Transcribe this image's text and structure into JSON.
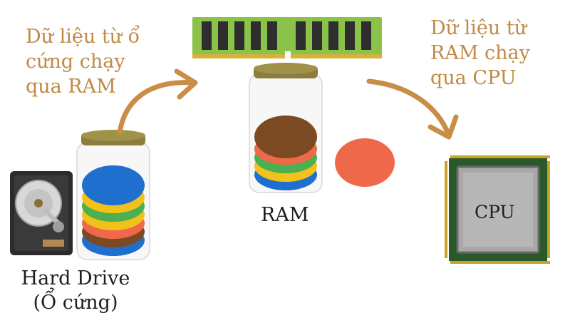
{
  "captions": {
    "hdd_to_ram": "Dữ liệu từ ổ\ncứng chạy\nqua RAM",
    "ram_to_cpu": "Dữ liệu từ\nRAM chạy\nqua CPU"
  },
  "labels": {
    "ram": "RAM",
    "hard_drive": "Hard Drive\n(Ổ cứng)",
    "cpu": "CPU"
  },
  "colors": {
    "caption": "#c08a44",
    "arrow": "#c98d48",
    "jar_lid": "#8b7d3e",
    "ram_stick": "#8bc34a",
    "data_blue": "#1f6fcf",
    "data_yellow": "#f3c21a",
    "data_green": "#4caf50",
    "data_orange": "#f0684a",
    "data_brown": "#7b4a22",
    "cpu_pins": "#c9a227"
  },
  "icons": [
    "hard-drive-icon",
    "ram-stick-icon",
    "cpu-chip-icon",
    "curved-arrow-icon"
  ]
}
